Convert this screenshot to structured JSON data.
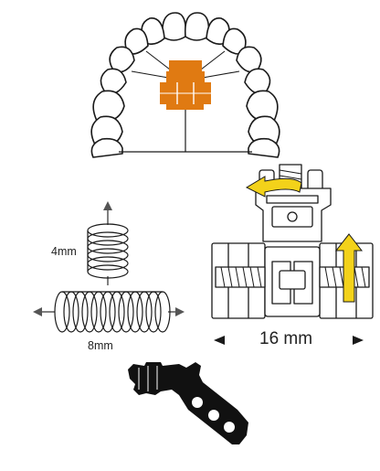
{
  "labels": {
    "coil_height": "4mm",
    "coil_width": "8mm",
    "screw_length": "16 mm"
  },
  "colors": {
    "expander_orange": "#E07A12",
    "arrow_yellow": "#F3D21A",
    "line_dark": "#1a1a1a",
    "arrow_gray": "#555555",
    "key_black": "#111111"
  }
}
